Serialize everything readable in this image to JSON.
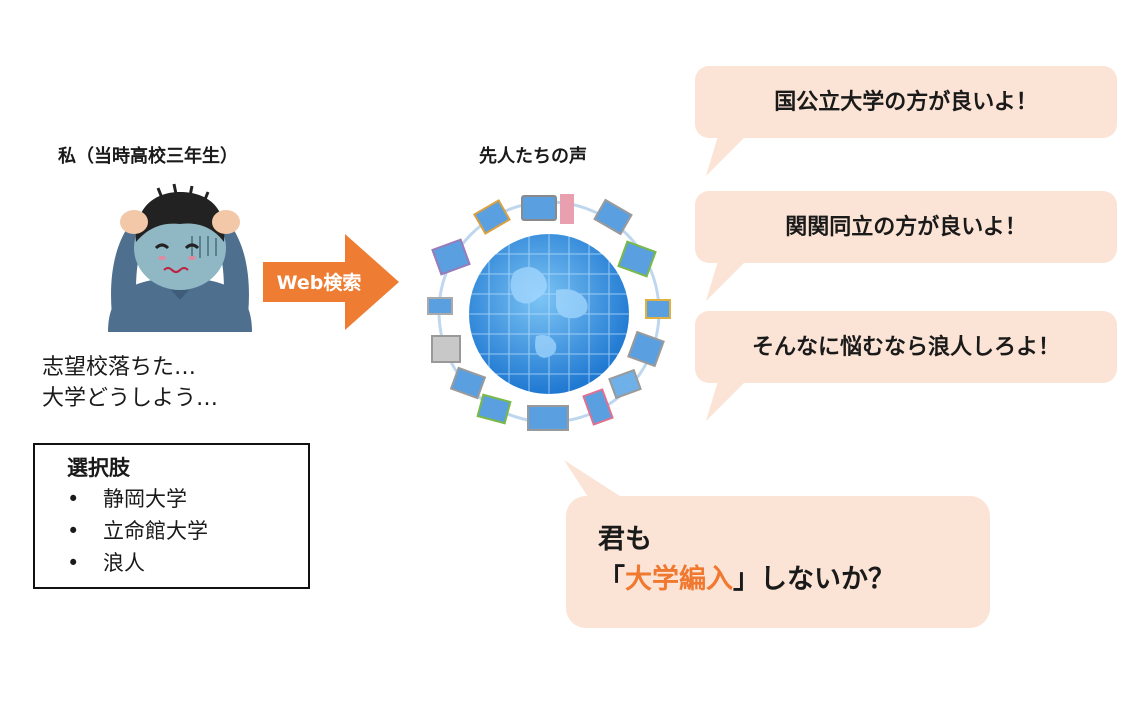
{
  "left": {
    "me_caption": "私（当時高校三年生）",
    "thought_line1": "志望校落ちた…",
    "thought_line2": "大学どうしよう…",
    "choices": {
      "title": "選択肢",
      "bullet": "•",
      "items": [
        "静岡大学",
        "立命館大学",
        "浪人"
      ]
    }
  },
  "arrow": {
    "label": "Web検索",
    "color": "#ee7d33"
  },
  "globe": {
    "caption": "先人たちの声"
  },
  "bubbles": {
    "color": "#fbe3d5",
    "advice": [
      "国公立大学の方が良いよ！",
      "関関同立の方が良いよ！",
      "そんなに悩むなら浪人しろよ！"
    ],
    "invite": {
      "line1": "君も",
      "open_bracket": "「",
      "highlight": "大学編入",
      "rest": "」しないか？",
      "highlight_color": "#f0782f"
    }
  }
}
